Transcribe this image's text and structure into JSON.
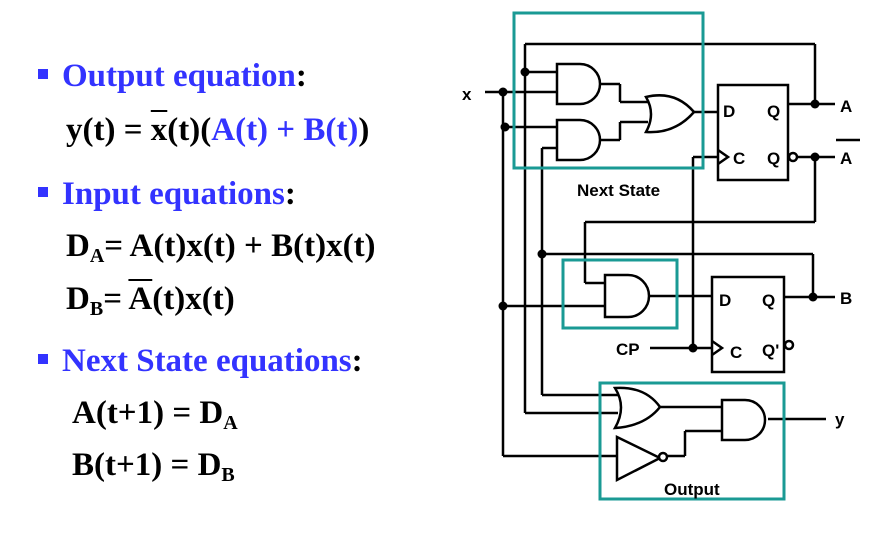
{
  "sections": {
    "output": {
      "heading": "Output equation",
      "heading_colon": ":",
      "eq": {
        "lhs": "y(t) = ",
        "xbar": "x",
        "mid": "(t)(",
        "blue": "A(t) + B(t)",
        "end": ")"
      }
    },
    "input": {
      "heading": "Input equations",
      "heading_colon": ":",
      "da": {
        "D": "D",
        "sub": "A",
        "rhs": "= A(t)x(t) + B(t)x(t)"
      },
      "db": {
        "D": "D",
        "sub": "B",
        "eq": "= ",
        "abar": "A",
        "rhs": "(t)x(t)"
      }
    },
    "next_state": {
      "heading": "Next State equations",
      "heading_colon": ":",
      "a": {
        "lhs": "A(t+1) = D",
        "sub": "A"
      },
      "b": {
        "lhs": "B(t+1) = D",
        "sub": "B"
      }
    }
  },
  "circuit": {
    "labels": {
      "x": "x",
      "A": "A",
      "Abar": "A",
      "B": "B",
      "CP": "CP",
      "y": "y",
      "next_state": "Next State",
      "output": "Output",
      "ffA": {
        "D": "D",
        "Q": "Q",
        "C": "C",
        "Qn": "Q"
      },
      "ffB": {
        "D": "D",
        "Q": "Q",
        "C": "C",
        "Qn": "Q'"
      }
    },
    "colors": {
      "highlight_box": "#1a9a94",
      "bullet": "#3333ff",
      "wire": "#000000"
    }
  }
}
